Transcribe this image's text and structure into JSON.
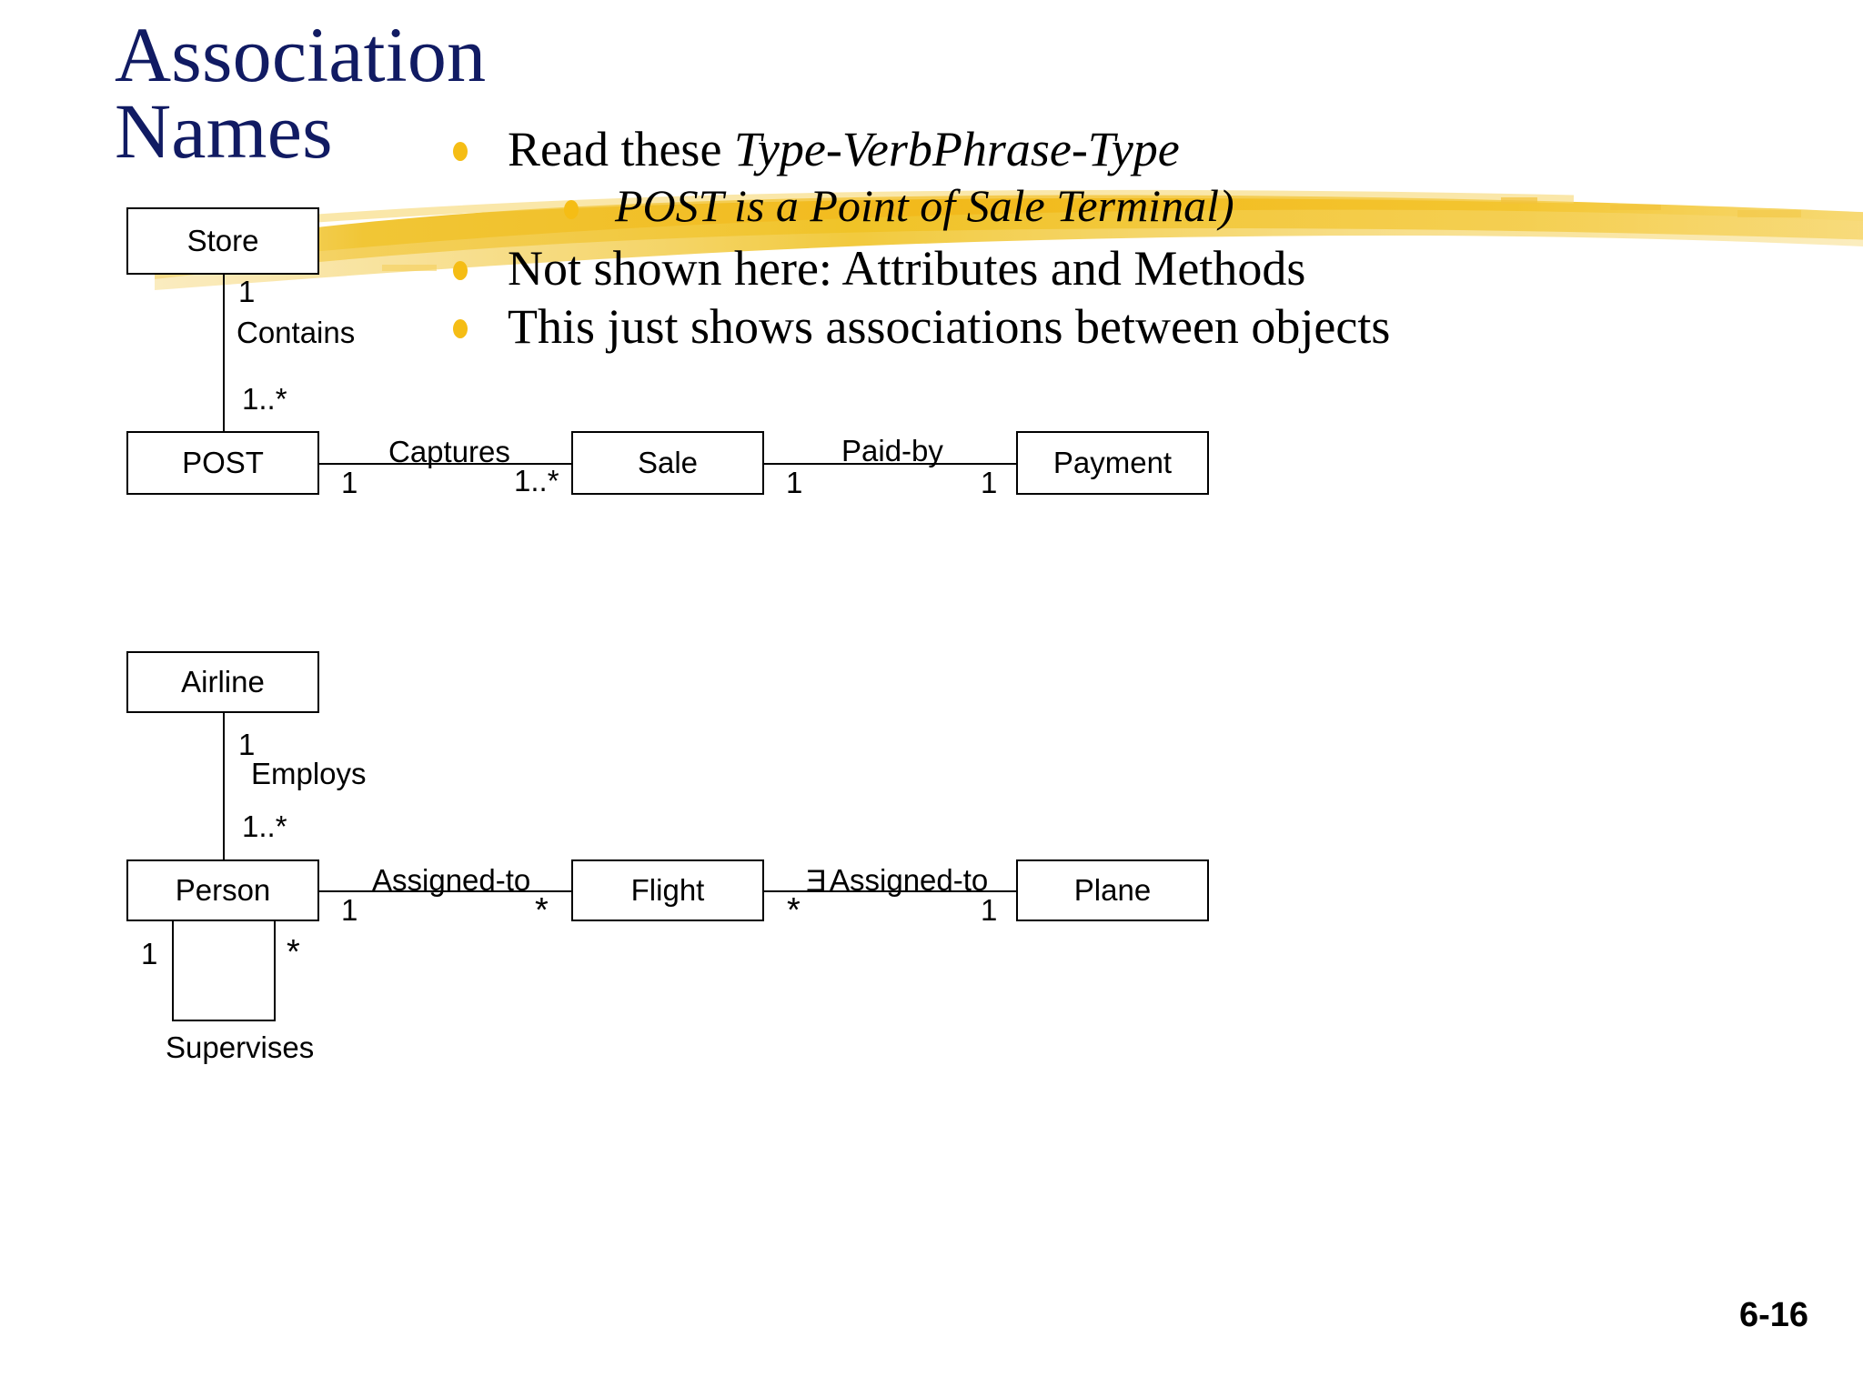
{
  "slide": {
    "title": "Association\nNames",
    "page_number": "6-16",
    "title_color": "#111b63",
    "bullet_color": "#f5bd15",
    "brush_color": "#f2c023"
  },
  "bullets": [
    {
      "level": 1,
      "prefix": "Read these ",
      "emphasis": "Type-VerbPhrase-Type",
      "text": "Read these Type-VerbPhrase-Type"
    },
    {
      "level": 2,
      "prefix": "",
      "emphasis": "POST is a Point of Sale Terminal)",
      "text": "POST is a Point of Sale Terminal)"
    },
    {
      "level": 1,
      "prefix": "Not shown here: Attributes and Methods",
      "emphasis": "",
      "text": "Not shown here: Attributes and Methods"
    },
    {
      "level": 1,
      "prefix": "This just shows associations between objects",
      "emphasis": "",
      "text": "This just shows associations between objects"
    }
  ],
  "diagram_top": {
    "classes": [
      {
        "id": "store",
        "label": "Store"
      },
      {
        "id": "post",
        "label": "POST"
      },
      {
        "id": "sale",
        "label": "Sale"
      },
      {
        "id": "payment",
        "label": "Payment"
      }
    ],
    "associations": [
      {
        "id": "contains",
        "label": "Contains",
        "from": "store",
        "to": "post",
        "from_mult": "1",
        "to_mult": "1..*",
        "orientation": "vertical"
      },
      {
        "id": "captures",
        "label": "Captures",
        "from": "post",
        "to": "sale",
        "from_mult": "1",
        "to_mult": "1..*",
        "orientation": "horizontal"
      },
      {
        "id": "paid-by",
        "label": "Paid-by",
        "from": "sale",
        "to": "payment",
        "from_mult": "1",
        "to_mult": "1",
        "orientation": "horizontal"
      }
    ]
  },
  "diagram_bottom": {
    "classes": [
      {
        "id": "airline",
        "label": "Airline"
      },
      {
        "id": "person",
        "label": "Person"
      },
      {
        "id": "flight",
        "label": "Flight"
      },
      {
        "id": "plane",
        "label": "Plane"
      }
    ],
    "associations": [
      {
        "id": "employs",
        "label": "Employs",
        "from": "airline",
        "to": "person",
        "from_mult": "1",
        "to_mult": "1..*",
        "orientation": "vertical"
      },
      {
        "id": "assigned-to-flight",
        "label": "Assigned-to",
        "from": "person",
        "to": "flight",
        "from_mult": "1",
        "to_mult": "*",
        "orientation": "horizontal"
      },
      {
        "id": "assigned-to-plane",
        "label": "Assigned-to",
        "marker": "Ǝ",
        "from": "flight",
        "to": "plane",
        "from_mult": "*",
        "to_mult": "1",
        "orientation": "horizontal"
      },
      {
        "id": "supervises",
        "label": "Supervises",
        "from": "person",
        "to": "person",
        "from_mult": "1",
        "to_mult": "*",
        "orientation": "self-loop"
      }
    ]
  }
}
